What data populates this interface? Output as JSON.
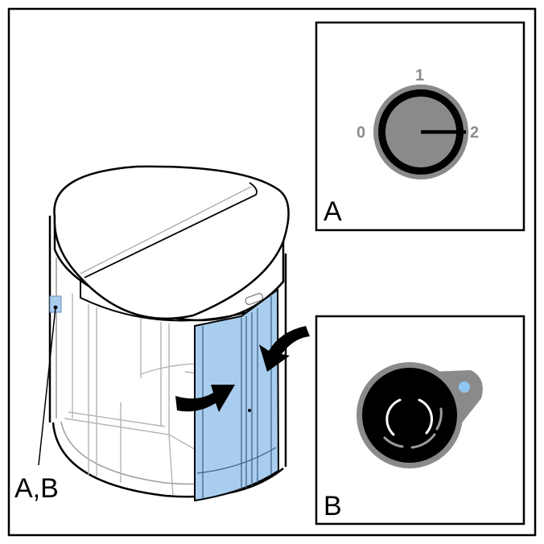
{
  "labels": {
    "panel_a": "A",
    "panel_b": "B",
    "callout": "A,B"
  },
  "dial": {
    "positions": [
      "0",
      "1",
      "2"
    ],
    "selected": "2"
  },
  "colors": {
    "glass_highlight": "#a9cdee",
    "indicator_led": "#8fc6ef",
    "dial_knob": "#8a8a8a",
    "outline": "#000000"
  },
  "icons": {
    "panel_a": "key-switch-icon",
    "panel_b": "rfid-reader-icon",
    "arrows": "push-arrow-icon"
  }
}
